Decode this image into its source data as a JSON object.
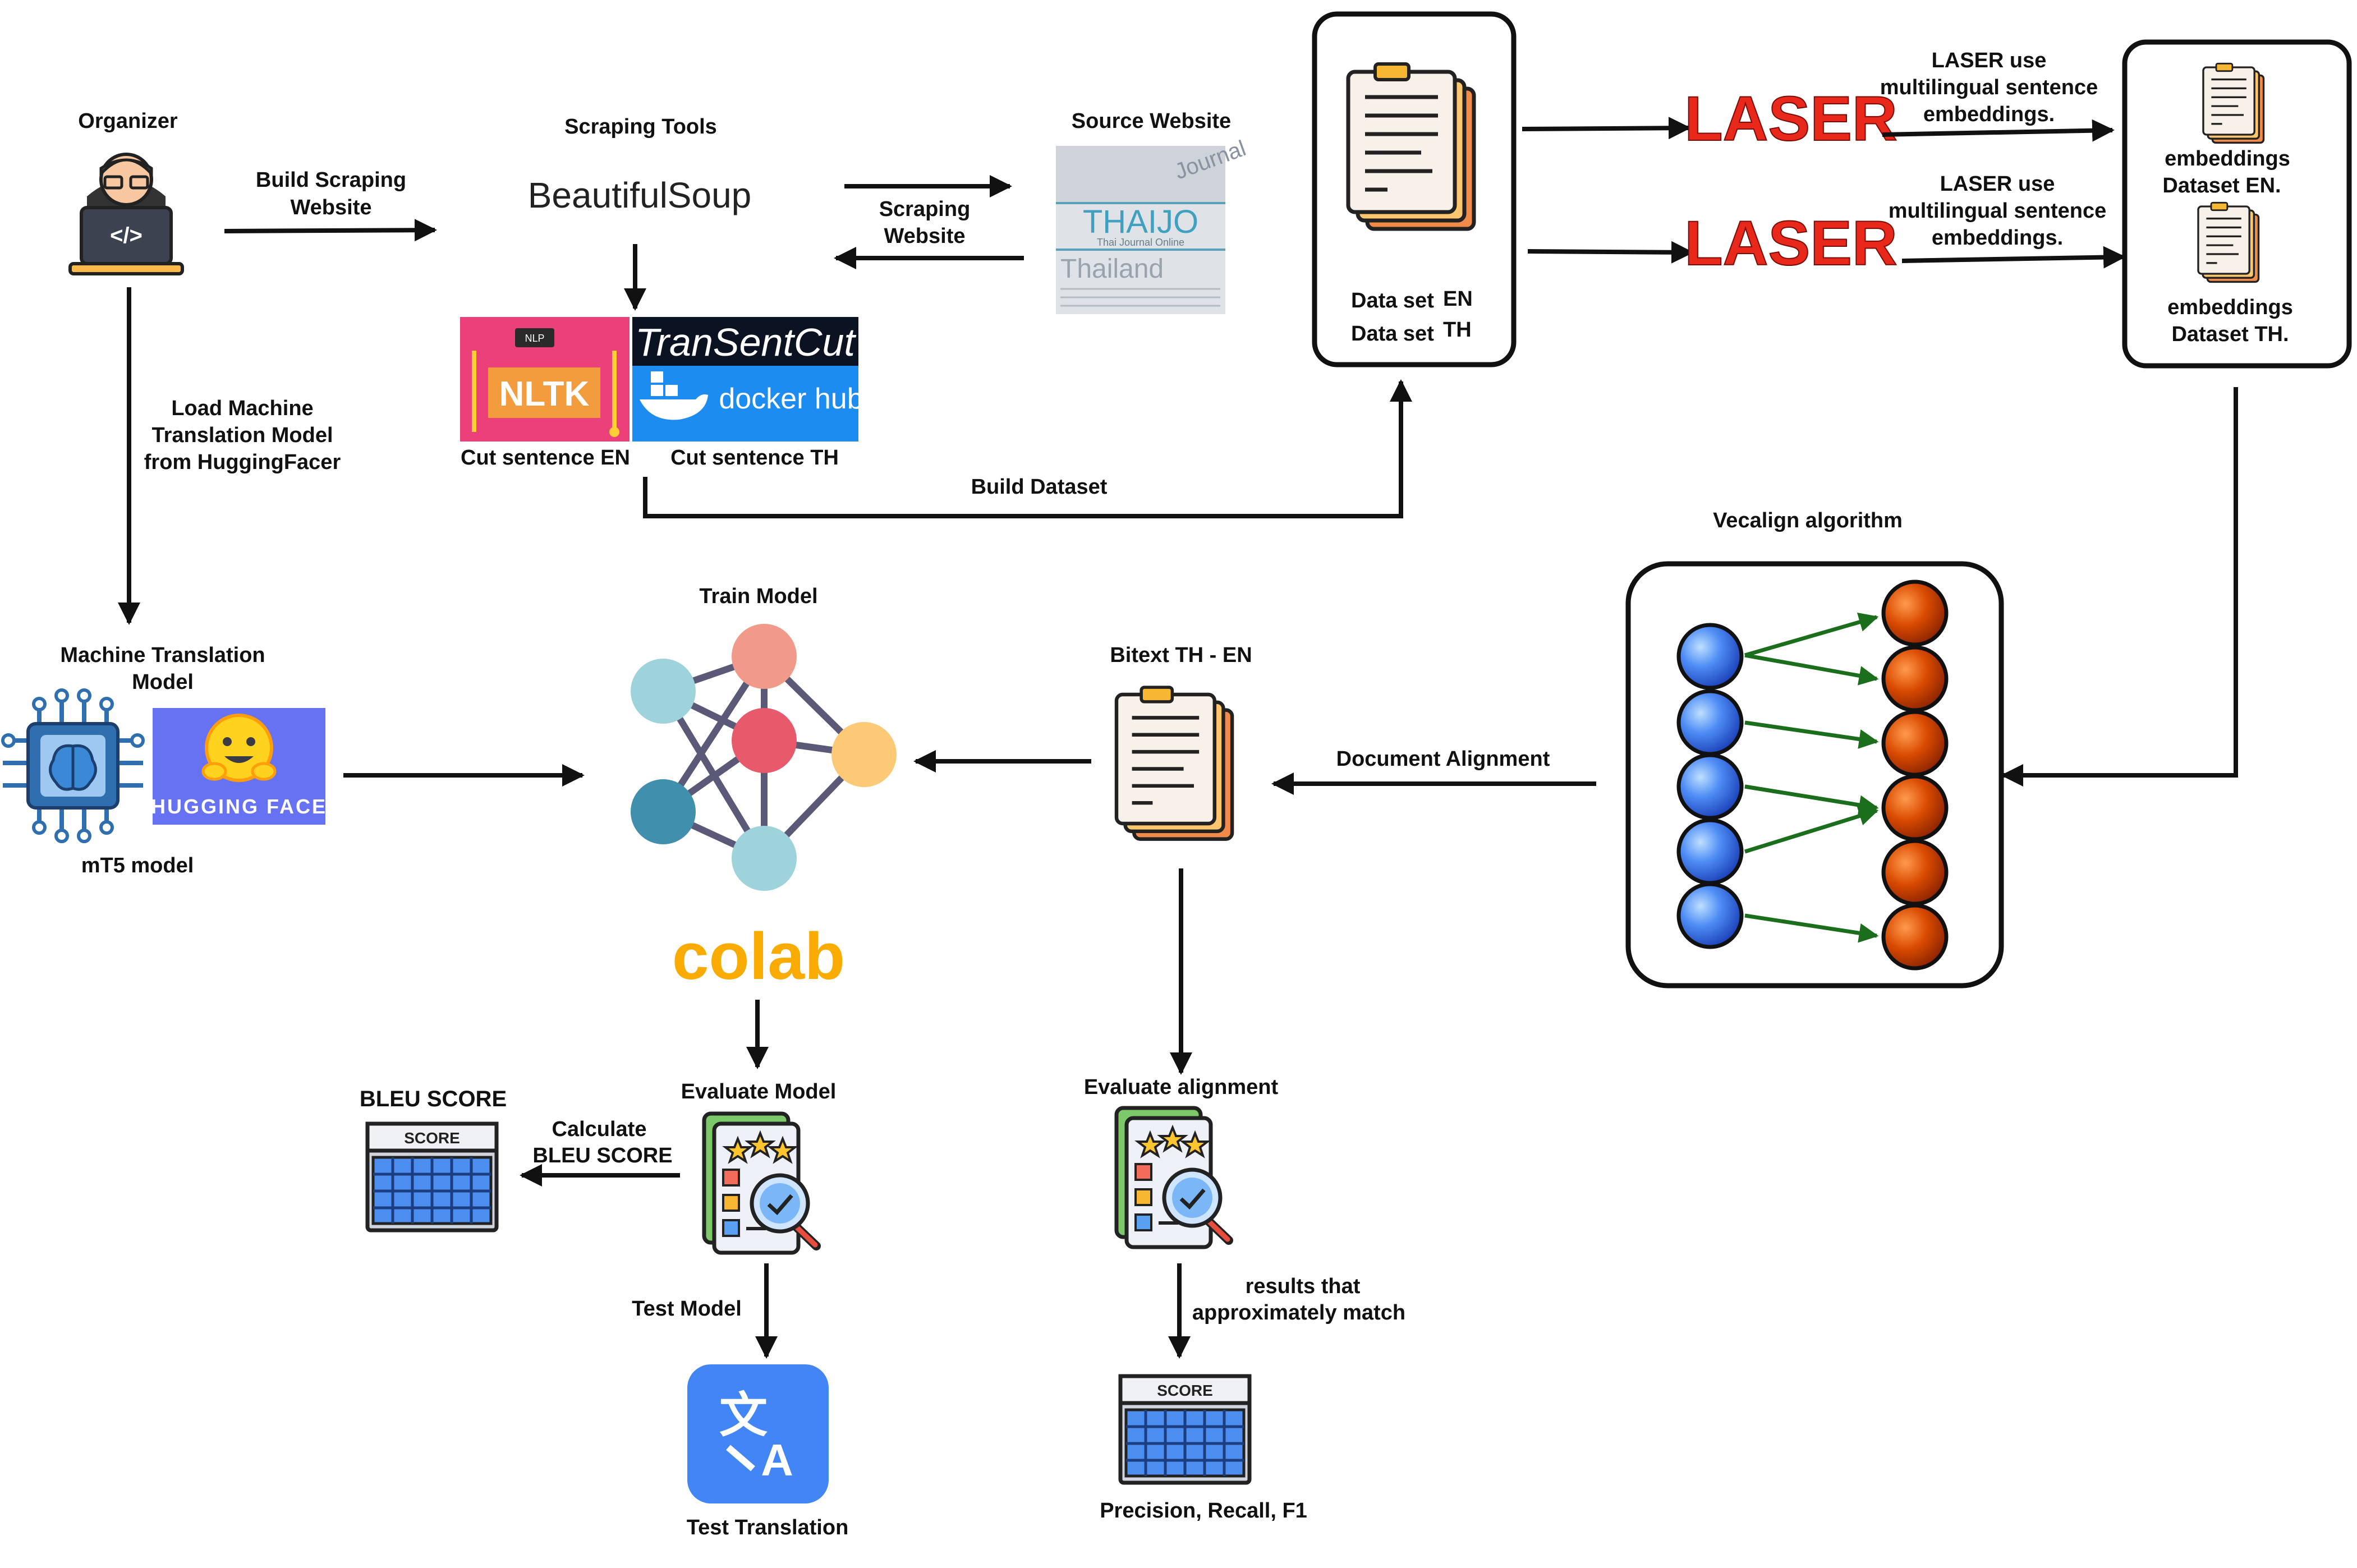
{
  "organizer": {
    "title": "Organizer"
  },
  "edges": {
    "build_scraping": [
      "Build Scraping",
      "Website"
    ],
    "scraping_website": [
      "Scraping",
      "Website"
    ],
    "load_model": [
      "Load Machine",
      "Translation Model",
      "from HuggingFacer"
    ],
    "build_dataset": "Build Dataset",
    "laser_en": [
      "LASER use",
      "multilingual sentence",
      "embeddings."
    ],
    "laser_th": [
      "LASER use",
      "multilingual sentence",
      "embeddings."
    ],
    "document_alignment": "Document Alignment",
    "calc_bleu": [
      "Calculate",
      "BLEU SCORE"
    ],
    "test_model": "Test Model",
    "results_match": [
      "results that",
      "approximately match"
    ]
  },
  "scraping_tools": {
    "title": "Scraping Tools",
    "logo": "BeautifulSoup"
  },
  "source_website": {
    "title": "Source Website",
    "logo_top": "Journal",
    "logo_main": "THAIJO",
    "logo_sub": "Thai Journal Online",
    "logo_bottom": "Thailand"
  },
  "cut_sentence": {
    "nltk_badge": "NLP",
    "nltk_logo": "NLTK",
    "transentcut_logo": "TranSentCut",
    "dockerhub_logo": "docker hub",
    "en_label": "Cut sentence EN",
    "th_label": "Cut sentence TH"
  },
  "dataset_box": {
    "en_label": "Data set",
    "en_suffix": "EN",
    "th_label": "Data set",
    "th_suffix": "TH"
  },
  "laser": {
    "logo": "LASER"
  },
  "embeddings_box": {
    "en": [
      "embeddings",
      "Dataset EN."
    ],
    "th": [
      "embeddings",
      "Dataset TH."
    ]
  },
  "vecalign": {
    "title": "Vecalign algorithm"
  },
  "bitext": {
    "title": "Bitext TH - EN"
  },
  "train_model": {
    "title": "Train Model",
    "colab_logo": "colab"
  },
  "mt_model": {
    "title": [
      "Machine Translation",
      "Model"
    ],
    "huggingface_logo": "HUGGING FACE",
    "mt5_label": "mT5 model"
  },
  "evaluate_model": {
    "title": "Evaluate Model"
  },
  "evaluate_alignment": {
    "title": "Evaluate alignment"
  },
  "bleu": {
    "title": "BLEU SCORE",
    "score_label": "SCORE"
  },
  "test_translation": {
    "title": "Test Translation",
    "glyph_zh": "文",
    "glyph_a": "A"
  },
  "prf": {
    "title": "Precision, Recall, F1",
    "score_label": "SCORE"
  },
  "colors": {
    "arrow": "#111111",
    "green_arrow": "#1b6e1b",
    "laser_red": "#e8281b",
    "nltk_pink": "#ec407a",
    "docker_blue": "#1d8cf0",
    "hf_purple": "#6672f2",
    "google_blue": "#4285f4",
    "colab_orange": "#f9ab00",
    "node_blue": "#3a7df0",
    "node_orange": "#d64a00"
  }
}
